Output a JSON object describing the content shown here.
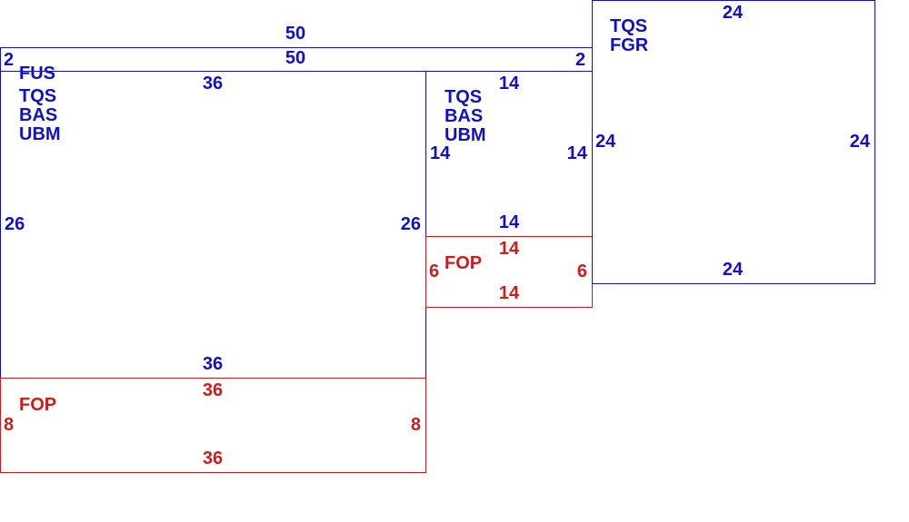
{
  "colors": {
    "blue": "#1010c8",
    "red": "#cc1c1c"
  },
  "strip": {
    "top_label": "50",
    "inner_label": "50",
    "left_label": "2",
    "right_label": "2"
  },
  "main_box": {
    "codes": [
      "FUS",
      "TQS",
      "BAS",
      "UBM"
    ],
    "top_label": "36",
    "left_label": "26",
    "right_label": "26",
    "bottom_label": "36"
  },
  "main_fop": {
    "code": "FOP",
    "top_label": "36",
    "left_label": "8",
    "right_label": "8",
    "bottom_label": "36"
  },
  "mid_box": {
    "codes": [
      "TQS",
      "BAS",
      "UBM"
    ],
    "top_label": "14",
    "left_label": "14",
    "right_label": "14",
    "bottom_label": "14"
  },
  "mid_fop": {
    "code": "FOP",
    "top_label": "14",
    "left_label": "6",
    "right_label": "6",
    "bottom_label": "14"
  },
  "right_box": {
    "codes": [
      "TQS",
      "FGR"
    ],
    "top_label": "24",
    "left_label": "24",
    "right_label": "24",
    "bottom_label": "24"
  }
}
